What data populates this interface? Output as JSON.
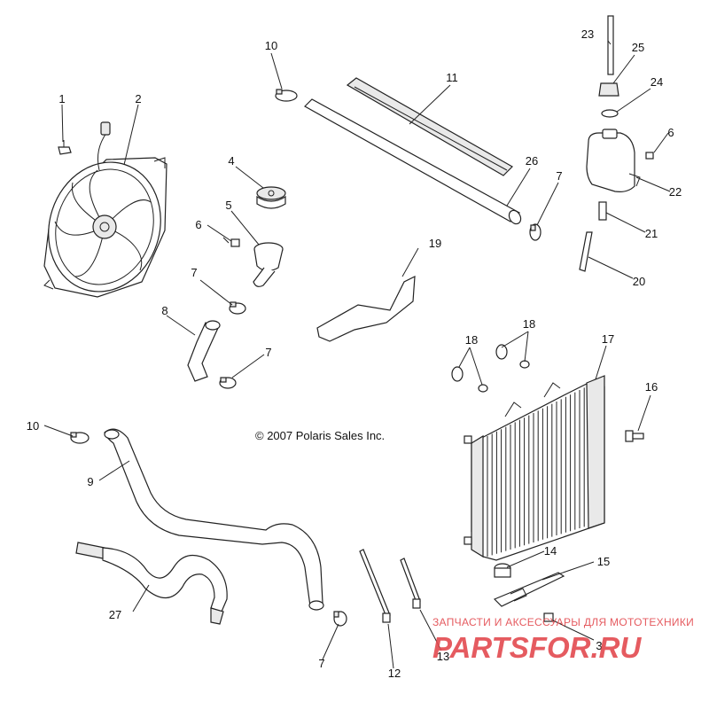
{
  "copyright": "© 2007 Polaris Sales Inc.",
  "watermark": {
    "line1": "ЗАПЧАСТИ И АКСЕССУАРЫ ДЛЯ МОТОТЕХНИКИ",
    "line2": "PARTSFOR.RU",
    "color": "#e34a4f"
  },
  "callouts": [
    {
      "id": "c1",
      "text": "1"
    },
    {
      "id": "c2",
      "text": "2"
    },
    {
      "id": "c3",
      "text": "3"
    },
    {
      "id": "c4",
      "text": "4"
    },
    {
      "id": "c5",
      "text": "5"
    },
    {
      "id": "c6a",
      "text": "6"
    },
    {
      "id": "c6b",
      "text": "6"
    },
    {
      "id": "c7a",
      "text": "7"
    },
    {
      "id": "c7b",
      "text": "7"
    },
    {
      "id": "c7c",
      "text": "7"
    },
    {
      "id": "c7d",
      "text": "7"
    },
    {
      "id": "c8",
      "text": "8"
    },
    {
      "id": "c9",
      "text": "9"
    },
    {
      "id": "c10a",
      "text": "10"
    },
    {
      "id": "c10b",
      "text": "10"
    },
    {
      "id": "c11",
      "text": "11"
    },
    {
      "id": "c12",
      "text": "12"
    },
    {
      "id": "c13",
      "text": "13"
    },
    {
      "id": "c14",
      "text": "14"
    },
    {
      "id": "c15",
      "text": "15"
    },
    {
      "id": "c16",
      "text": "16"
    },
    {
      "id": "c17",
      "text": "17"
    },
    {
      "id": "c18a",
      "text": "18"
    },
    {
      "id": "c18b",
      "text": "18"
    },
    {
      "id": "c19",
      "text": "19"
    },
    {
      "id": "c20",
      "text": "20"
    },
    {
      "id": "c21",
      "text": "21"
    },
    {
      "id": "c22",
      "text": "22"
    },
    {
      "id": "c23",
      "text": "23"
    },
    {
      "id": "c24",
      "text": "24"
    },
    {
      "id": "c25",
      "text": "25"
    },
    {
      "id": "c26",
      "text": "26"
    },
    {
      "id": "c27",
      "text": "27"
    }
  ]
}
